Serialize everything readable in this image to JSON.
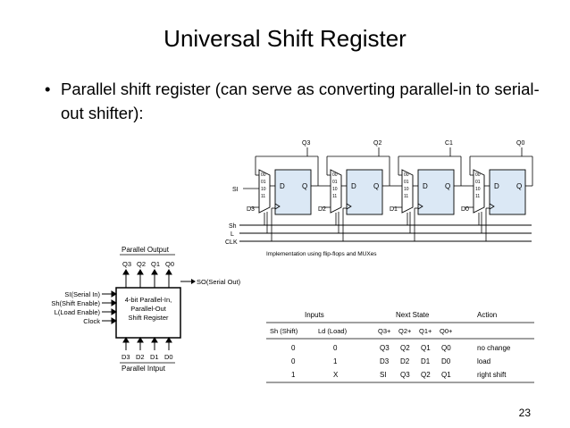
{
  "slide": {
    "title": "Universal Shift Register",
    "bullet": "Parallel shift register (can serve as converting parallel-in to serial-out shifter):",
    "page_number": "23"
  },
  "circuit": {
    "outputs": [
      "Q3",
      "Q2",
      "C1",
      "Q0"
    ],
    "d_labels": [
      "D3",
      "D2",
      "D1",
      "D0"
    ],
    "mux_inputs": [
      "00",
      "01",
      "10",
      "11"
    ],
    "ff_d": "D",
    "ff_q": "Q",
    "si_label": "SI",
    "control_labels": [
      "Sh",
      "L",
      "CLK"
    ],
    "caption": "Implementation using flip-flops and MUXes"
  },
  "block": {
    "parallel_output_label": "Parallel Output",
    "q_labels": [
      "Q3",
      "Q2",
      "Q1",
      "Q0"
    ],
    "inputs": [
      "SI(Serial In)",
      "Sh(Shift Enable)",
      "L(Load Enable)",
      "Clock"
    ],
    "box_lines": [
      "4-bit Parallel-In,",
      "Parallel-Out",
      "Shift Register"
    ],
    "so_label": "SO(Serial Out)",
    "d_labels": [
      "D3",
      "D2",
      "D1",
      "D0"
    ],
    "parallel_input_label": "Parallel Intput"
  },
  "table": {
    "group_headers": [
      "Inputs",
      "Next State",
      "Action"
    ],
    "sub_headers": [
      "Sh (Shift)",
      "Ld (Load)",
      "Q3+",
      "Q2+",
      "Q1+",
      "Q0+"
    ],
    "rows": [
      {
        "sh": "0",
        "ld": "0",
        "q3": "Q3",
        "q2": "Q2",
        "q1": "Q1",
        "q0": "Q0",
        "action": "no change"
      },
      {
        "sh": "0",
        "ld": "1",
        "q3": "D3",
        "q2": "D2",
        "q1": "D1",
        "q0": "D0",
        "action": "load"
      },
      {
        "sh": "1",
        "ld": "X",
        "q3": "SI",
        "q2": "Q3",
        "q1": "Q2",
        "q0": "Q1",
        "action": "right shift"
      }
    ]
  }
}
